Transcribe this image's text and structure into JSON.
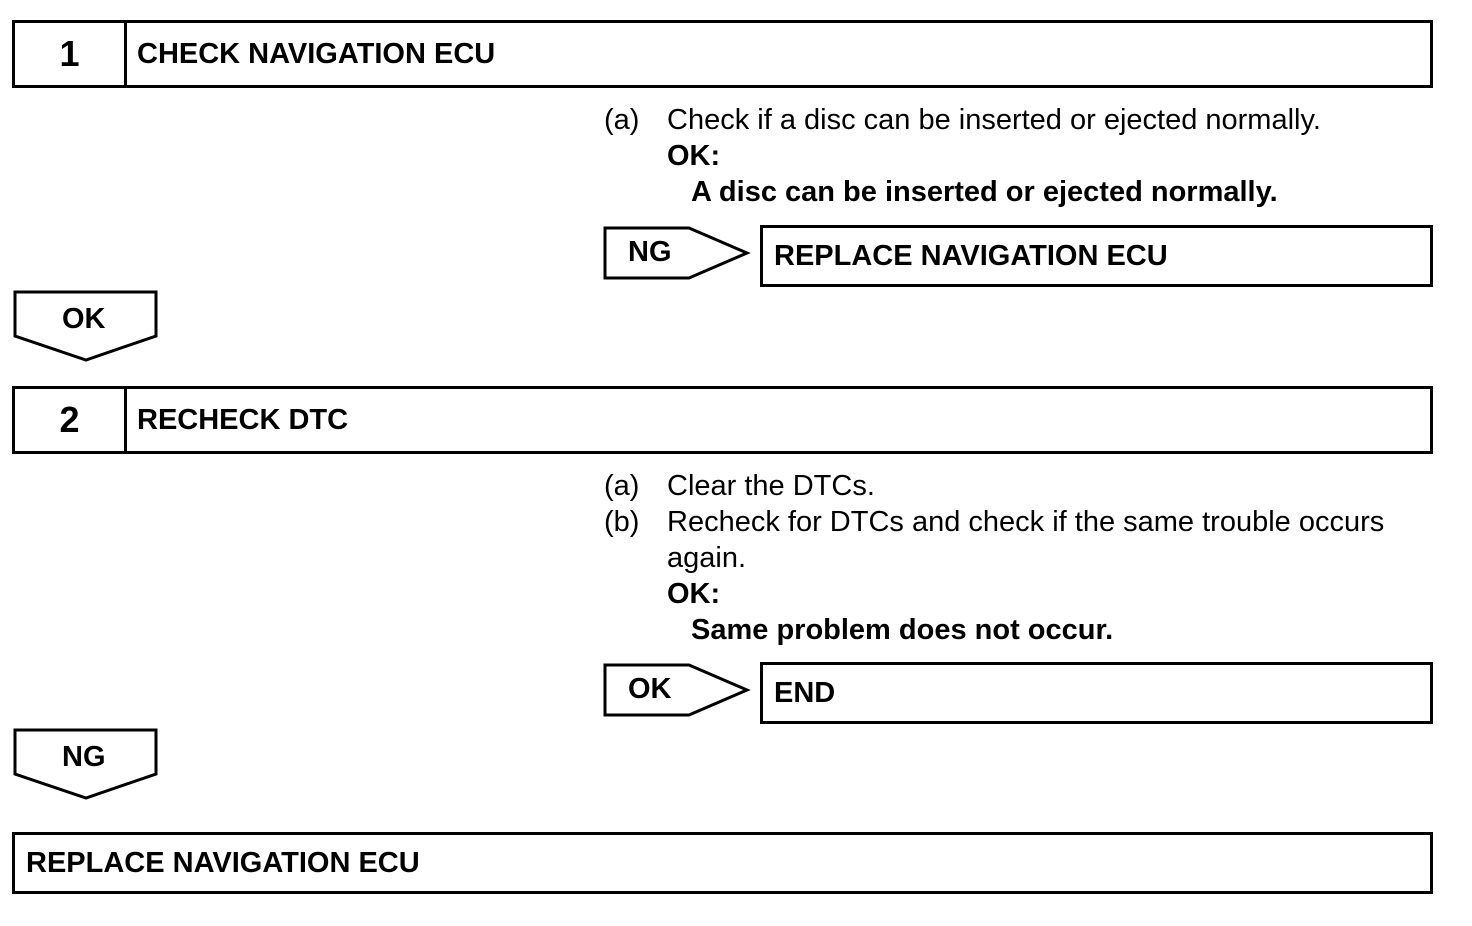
{
  "steps": [
    {
      "number": "1",
      "title": "CHECK NAVIGATION ECU",
      "items": [
        {
          "marker": "(a)",
          "text": "Check if a disc can be inserted or ejected normally."
        }
      ],
      "ok_label": "OK:",
      "ok_condition": "A disc can be inserted or ejected normally.",
      "branch": {
        "label": "NG",
        "target": "REPLACE NAVIGATION ECU"
      },
      "continue_label": "OK"
    },
    {
      "number": "2",
      "title": "RECHECK DTC",
      "items": [
        {
          "marker": "(a)",
          "text": "Clear the DTCs."
        },
        {
          "marker": "(b)",
          "text": "Recheck for DTCs and check if the same trouble occurs",
          "text2": "again."
        }
      ],
      "ok_label": "OK:",
      "ok_condition": "Same problem does not occur.",
      "branch": {
        "label": "OK",
        "target": "END"
      },
      "continue_label": "NG"
    }
  ],
  "final_action": "REPLACE NAVIGATION ECU"
}
